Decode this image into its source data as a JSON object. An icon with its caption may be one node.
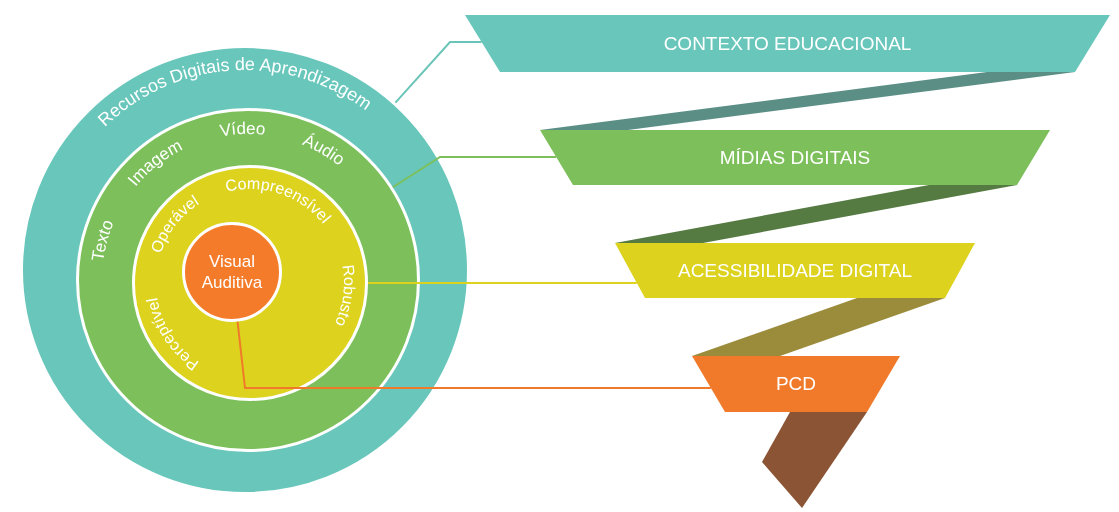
{
  "diagram": {
    "nodes": [
      {
        "text": [
          "Recursos Digitais de Aprendizagem"
        ]
      },
      {
        "text": [
          "Texto",
          "Imagem",
          "Vídeo",
          "Áudio"
        ],
        "in": 0
      },
      {
        "text": [
          "Operável",
          "Compreensível",
          "Robusto",
          "Perceptível"
        ],
        "in": 1
      },
      {
        "text": [
          "Visual Auditiva"
        ],
        "in": 2
      },
      {
        "text": [
          "CONTEXTO EDUCACIONAL"
        ]
      },
      {
        "text": [
          "MÍDIAS DIGITAIS"
        ]
      },
      {
        "text": [
          "ACESSIBILIDADE DIGITAL"
        ]
      },
      {
        "text": [
          "PCD"
        ]
      }
    ],
    "edges": [
      {
        "from": 0,
        "to": 4,
        "arrow": "none",
        "color": "#6ac5b8"
      },
      {
        "from": 1,
        "to": 5,
        "arrow": "none",
        "color": "#7dc05b"
      },
      {
        "from": 2,
        "to": 6,
        "arrow": "none",
        "color": "#ddd21e"
      },
      {
        "from": 3,
        "to": 7,
        "arrow": "none",
        "color": "#f07a2a"
      },
      {
        "from": 4,
        "to": 5,
        "arrow": "none",
        "style": "thick",
        "color": "#5b8f86"
      },
      {
        "from": 5,
        "to": 6,
        "arrow": "none",
        "style": "thick",
        "color": "#557b42"
      },
      {
        "from": 6,
        "to": 7,
        "arrow": "none",
        "style": "thick",
        "color": "#9b8c3c"
      },
      {
        "from": 7,
        "to": null,
        "arrow": "to",
        "style": "thick",
        "color": "#8b5535"
      }
    ]
  }
}
